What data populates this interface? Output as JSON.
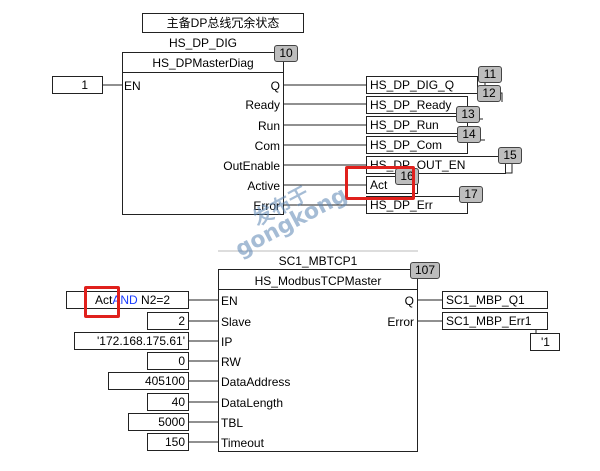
{
  "block1": {
    "comment": "主备DP总线冗余状态",
    "instance": "HS_DP_DIG",
    "type": "HS_DPMasterDiag",
    "number": "10",
    "in_label": "EN",
    "in_value": "1",
    "outputs": [
      {
        "pin": "Q",
        "var": "HS_DP_DIG_Q",
        "num": "11"
      },
      {
        "pin": "Ready",
        "var": "HS_DP_Ready",
        "num": "12"
      },
      {
        "pin": "Run",
        "var": "HS_DP_Run",
        "num": "13"
      },
      {
        "pin": "Com",
        "var": "HS_DP_Com",
        "num": "14"
      },
      {
        "pin": "OutEnable",
        "var": "HS_DP_OUT_EN",
        "num": "15"
      },
      {
        "pin": "Active",
        "var": "Act",
        "num": "16"
      },
      {
        "pin": "Error",
        "var": "HS_DP_Err",
        "num": "17"
      }
    ]
  },
  "watermark": {
    "line1": "发布于",
    "line2": "gongkong"
  },
  "block2": {
    "instance": "SC1_MBTCP1",
    "type": "HS_ModbusTCPMaster",
    "number": "107",
    "en_expr": {
      "a": "Act",
      "op": "AND",
      "b": "N2=2"
    },
    "inputs": [
      {
        "pin": "EN"
      },
      {
        "pin": "Slave",
        "value": "2"
      },
      {
        "pin": "IP",
        "value": "'172.168.175.61'"
      },
      {
        "pin": "RW",
        "value": "0"
      },
      {
        "pin": "DataAddress",
        "value": "405100"
      },
      {
        "pin": "DataLength",
        "value": "40"
      },
      {
        "pin": "TBL",
        "value": "5000"
      },
      {
        "pin": "Timeout",
        "value": "150"
      }
    ],
    "outputs": [
      {
        "pin": "Q",
        "var": "SC1_MBP_Q1"
      },
      {
        "pin": "Error",
        "var": "SC1_MBP_Err1"
      }
    ],
    "extra": "'1"
  }
}
